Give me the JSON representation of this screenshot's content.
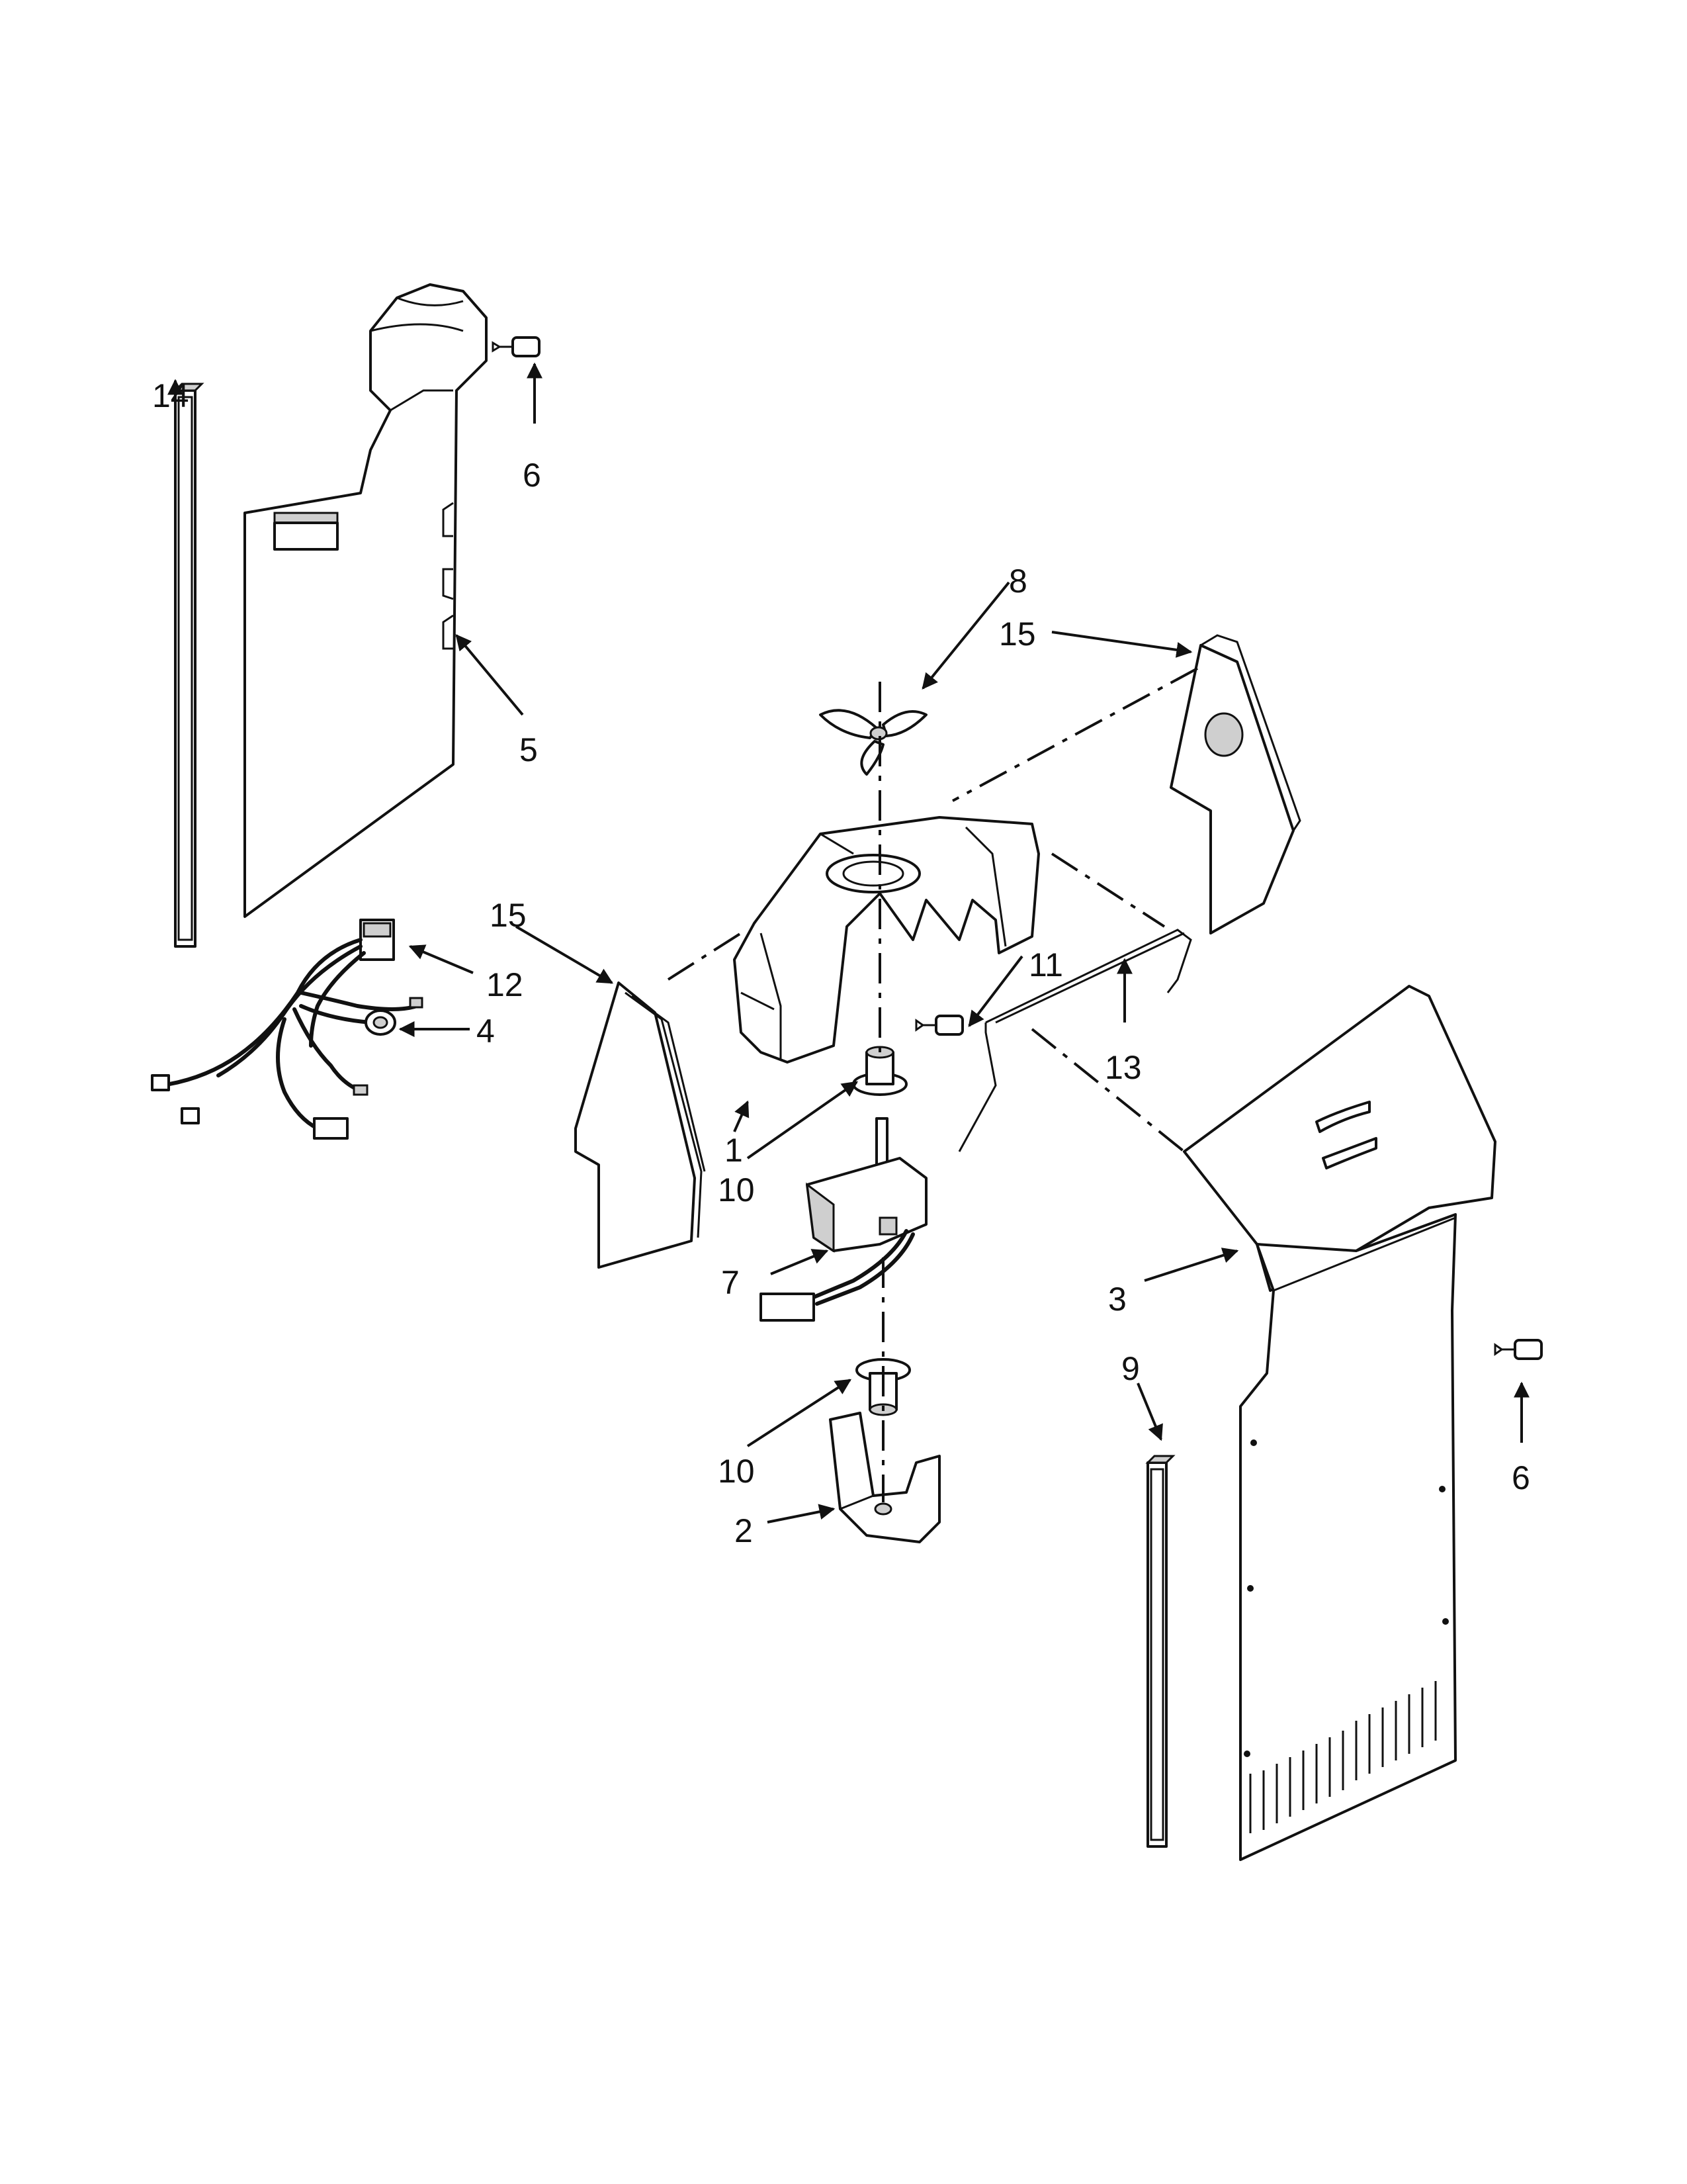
{
  "callouts": {
    "c14": "14",
    "c6a": "6",
    "c5": "5",
    "c8": "8",
    "c15a": "15",
    "c15b": "15",
    "c12": "12",
    "c4": "4",
    "c11": "11",
    "c13": "13",
    "c1": "1",
    "c10a": "10",
    "c7": "7",
    "c3": "3",
    "c9": "9",
    "c10b": "10",
    "c6b": "6",
    "c2": "2"
  }
}
